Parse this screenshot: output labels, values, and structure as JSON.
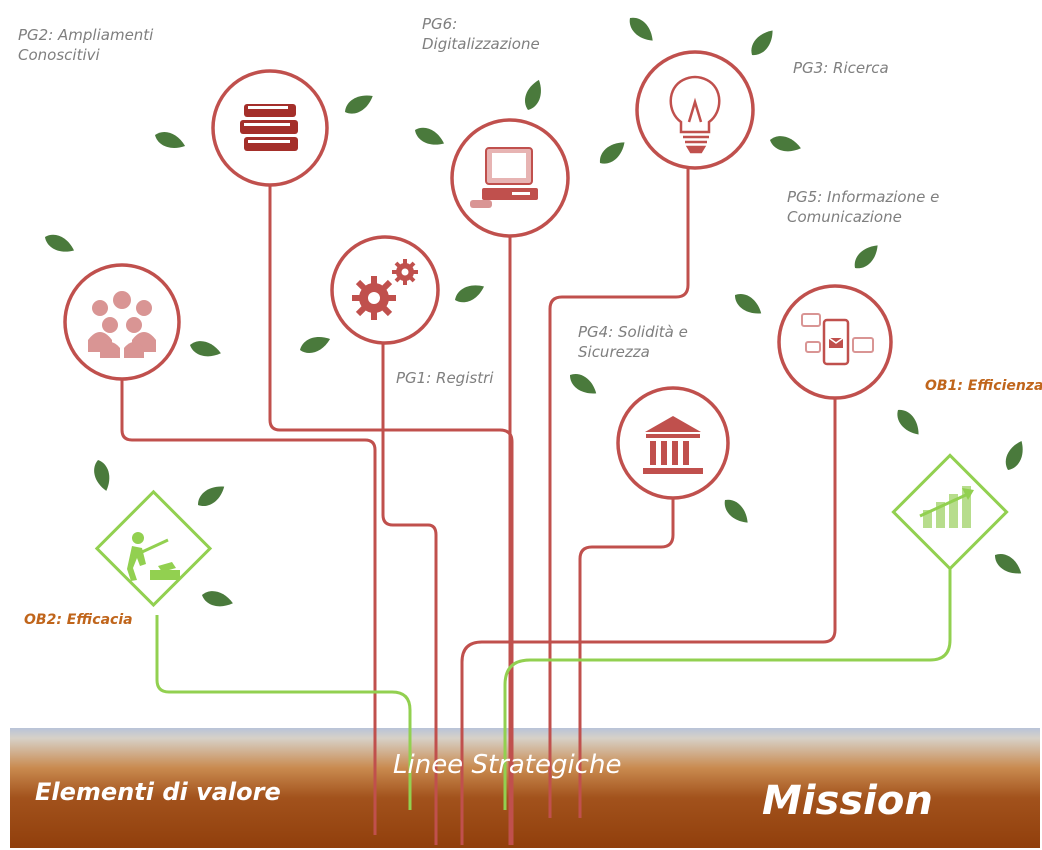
{
  "nodes": {
    "pg2": {
      "lines": [
        "PG2: Ampliamenti",
        "Conoscitivi"
      ],
      "icon": "books-icon"
    },
    "pg6": {
      "lines": [
        "PG6:",
        "Digitalizzazione"
      ],
      "icon": "computer-icon"
    },
    "pg3": {
      "lines": [
        "PG3: Ricerca"
      ],
      "icon": "lightbulb-icon"
    },
    "pg5": {
      "lines": [
        "PG5: Informazione e",
        "Comunicazione"
      ],
      "icon": "smartphone-messages-icon"
    },
    "pg4": {
      "lines": [
        "PG4: Solidità e",
        "Sicurezza"
      ],
      "icon": "bank-building-icon"
    },
    "pg1": {
      "lines": [
        "PG1: Registri"
      ],
      "icon": "gears-icon"
    },
    "people": {
      "icon": "people-group-icon"
    },
    "ob1": {
      "lines": [
        "OB1: Efficienza"
      ],
      "icon": "growth-chart-icon"
    },
    "ob2": {
      "lines": [
        "OB2: Efficacia"
      ],
      "icon": "worker-digging-icon"
    }
  },
  "ground": {
    "left": "Elementi di valore",
    "center": "Linee Strategiche",
    "right": "Mission"
  },
  "colors": {
    "branch": "#c0504d",
    "green_branch": "#92d050",
    "leaf": "#4a7a3c",
    "label": "#7f7f7f",
    "objective_label": "#c0651b",
    "soil": "#913f0c"
  }
}
